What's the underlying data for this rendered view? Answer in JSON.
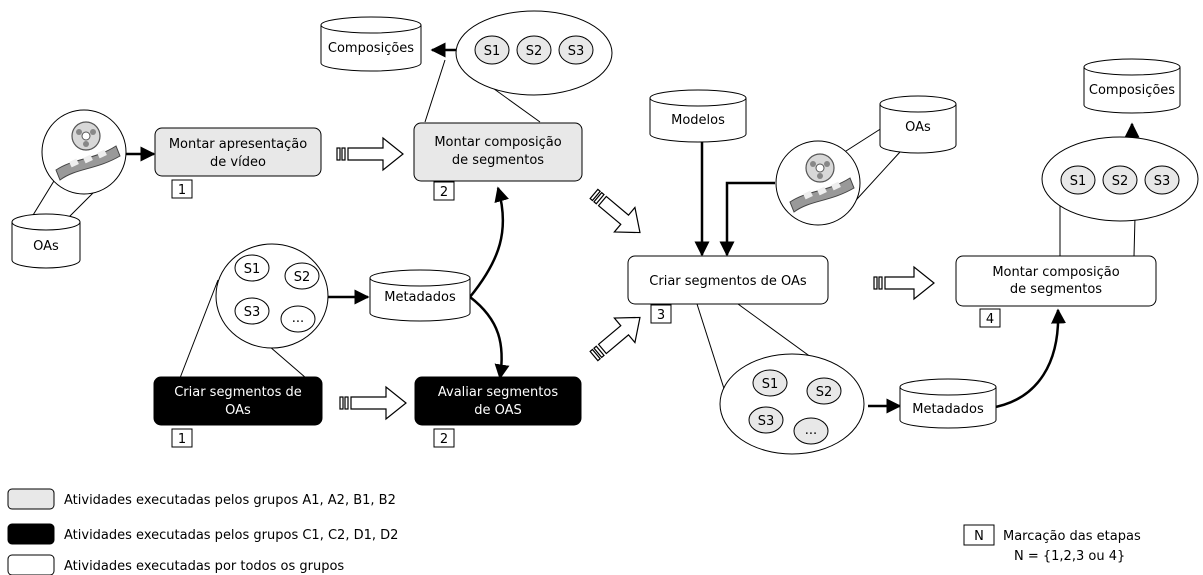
{
  "cylinders": {
    "oas_left": "OAs",
    "composicoes_top": "Composições",
    "metadados_mid": "Metadados",
    "modelos": "Modelos",
    "oas_right": "OAs",
    "metadados_right": "Metadados",
    "composicoes_right": "Composições"
  },
  "activities": {
    "montar_apresentacao": {
      "line1": "Montar apresentação",
      "line2": "de vídeo",
      "step": "1"
    },
    "montar_composicao_a": {
      "line1": "Montar composição",
      "line2": "de segmentos",
      "step": "2"
    },
    "criar_segmentos_c": {
      "line1": "Criar segmentos de",
      "line2": "OAs",
      "step": "1"
    },
    "avaliar_segmentos": {
      "line1": "Avaliar segmentos",
      "line2": "de OAS",
      "step": "2"
    },
    "criar_segmentos_all": {
      "line1": "Criar segmentos de OAs",
      "step": "3"
    },
    "montar_composicao_all": {
      "line1": "Montar composição",
      "line2": "de segmentos",
      "step": "4"
    }
  },
  "segments": {
    "s1": "S1",
    "s2": "S2",
    "s3": "S3",
    "more": "..."
  },
  "legend": {
    "gray": "Atividades executadas pelos grupos A1, A2, B1, B2",
    "black": "Atividades executadas pelos grupos C1, C2, D1, D2",
    "white": "Atividades executadas por todos os grupos",
    "marker_symbol": "N",
    "marker_line1": "Marcação das etapas",
    "marker_line2": "N = {1,2,3 ou 4}"
  },
  "colors": {
    "gray_fill": "#e8e8e8",
    "black_fill": "#000000",
    "white_fill": "#ffffff"
  }
}
